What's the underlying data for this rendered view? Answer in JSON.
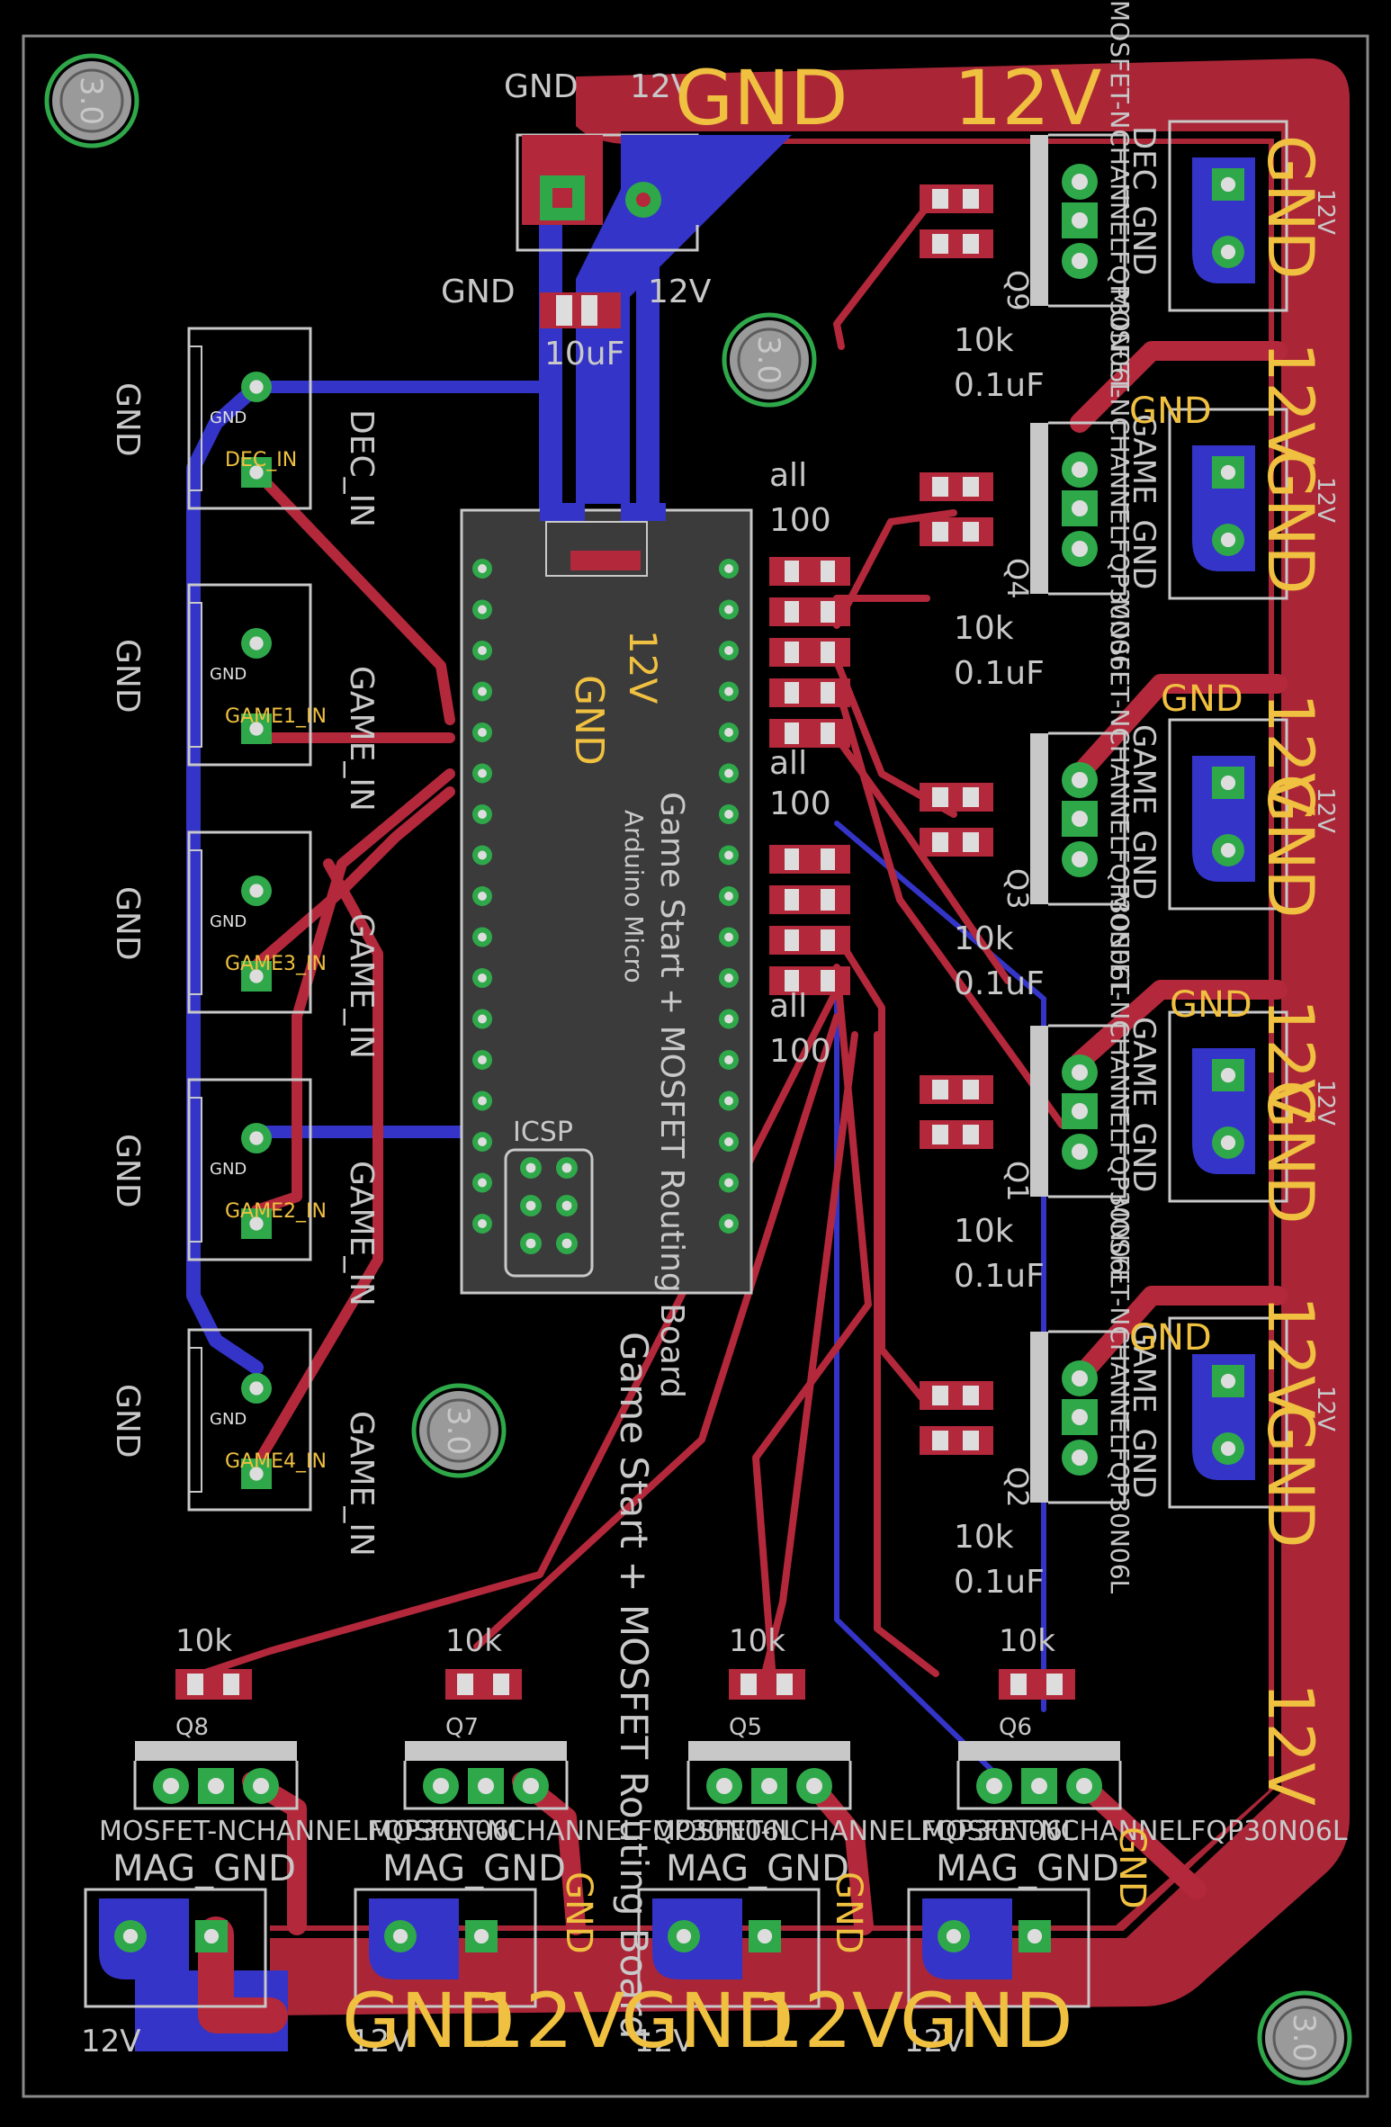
{
  "board": {
    "colors": {
      "background": "#000000",
      "frame": "#8a8a8a",
      "top_copper": "#b3283a",
      "bottom_copper": "#3434c8",
      "pad": "#2fa84a",
      "silkscreen": "#c8c8c8",
      "net_label": "#f0c040",
      "mount_hole": "#9a9a9a"
    },
    "hole_label": "3.0",
    "power_inlet": {
      "gnd_label": "GND",
      "v12_label": "12V",
      "cap_value": "10uF"
    },
    "pour_labels": {
      "top_gnd": "GND",
      "top_12v": "12V",
      "bottom": [
        "GND",
        "12V",
        "GND",
        "12V",
        "GND"
      ]
    },
    "arduino": {
      "label_12v": "12V",
      "label_gnd": "GND",
      "label_title": "Game Start + MOSFET Routing Board",
      "label_sub": "Arduino Micro",
      "icsp": "ICSP"
    },
    "board_title": "Game Start + MOSFET Routing Board",
    "inputs": [
      {
        "pin": "GND",
        "label": "DEC_IN",
        "trace": "DEC_IN"
      },
      {
        "pin": "GND",
        "label": "GAME_IN",
        "trace": "GAME1_IN"
      },
      {
        "pin": "GND",
        "label": "GAME_IN",
        "trace": "GAME3_IN"
      },
      {
        "pin": "GND",
        "label": "GAME_IN",
        "trace": "GAME2_IN"
      },
      {
        "pin": "GND",
        "label": "GAME_IN",
        "trace": "GAME4_IN"
      }
    ],
    "resistor_groups": [
      {
        "top": "all",
        "bottom": "100"
      },
      {
        "top": "all",
        "bottom": "100"
      },
      {
        "top": "all",
        "bottom": "100"
      }
    ],
    "right_mosfets": [
      {
        "ref": "Q9",
        "res": "10k",
        "cap": "0.1uF",
        "out": "DEC_GND",
        "part": "MOSFET-NCHANNELFQP30N06L"
      },
      {
        "ref": "Q4",
        "res": "10k",
        "cap": "0.1uF",
        "out": "GAME_GND",
        "part": "MOSFET-NCHANNELFQP30N06L"
      },
      {
        "ref": "Q3",
        "res": "10k",
        "cap": "0.1uF",
        "out": "GAME_GND",
        "part": "MOSFET-NCHANNELFQP30N06L"
      },
      {
        "ref": "Q1",
        "res": "10k",
        "cap": "0.1uF",
        "out": "GAME_GND",
        "part": "MOSFET-NCHANNELFQP30N06L"
      },
      {
        "ref": "Q2",
        "res": "10k",
        "cap": "0.1uF",
        "out": "GAME_GND",
        "part": "MOSFET-NCHANNELFQP30N06L"
      }
    ],
    "right_terminals": [
      "12V",
      "12V",
      "12V",
      "12V",
      "12V"
    ],
    "right_rail_labels": [
      "GND",
      "12V",
      "GND",
      "12V",
      "GND",
      "12V",
      "GND",
      "12V",
      "GND",
      "12V"
    ],
    "bottom_mosfets": [
      {
        "ref": "Q8",
        "res": "10k",
        "out": "MAG_GND",
        "supply": "12V",
        "part": "MOSFET-NCHANNELFQP30N06L"
      },
      {
        "ref": "Q7",
        "res": "10k",
        "out": "MAG_GND",
        "supply": "12V",
        "part": "MOSFET-NCHANNELFQP30N06L"
      },
      {
        "ref": "Q5",
        "res": "10k",
        "out": "MAG_GND",
        "supply": "12V",
        "part": "MOSFET-NCHANNELFQP30N06L"
      },
      {
        "ref": "Q6",
        "res": "10k",
        "out": "MAG_GND",
        "supply": "12V",
        "part": "MOSFET-NCHANNELFQP30N06L"
      }
    ],
    "bottom_gnd_tags": [
      "GND",
      "GND",
      "GND"
    ],
    "pour_gnd_tags": [
      "GND",
      "GND",
      "GND",
      "GND"
    ]
  }
}
